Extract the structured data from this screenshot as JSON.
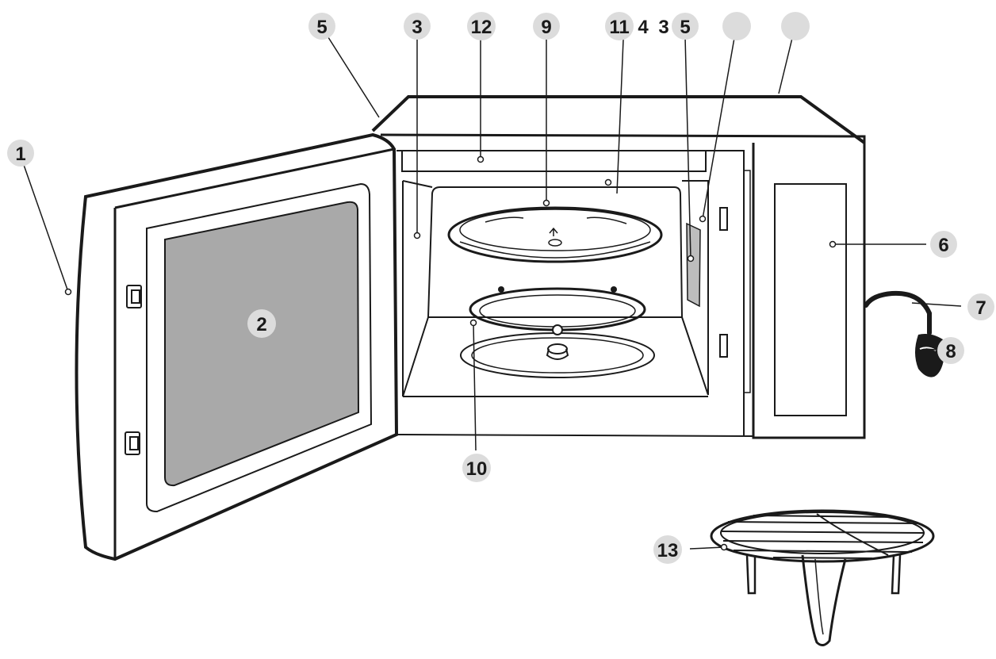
{
  "diagram": {
    "callouts": {
      "door": "1",
      "door_window": "2",
      "cavity_wall_left": "3",
      "top_left_five": "5",
      "grill_heater": "12",
      "glass_tray": "9",
      "waveguide": "11",
      "label_four": "4",
      "cavity_wall_right": "3",
      "top_right_five": "5",
      "blank_a": "",
      "blank_b": "",
      "control_panel": "6",
      "power_cord": "7",
      "plug": "8",
      "roller_ring": "10",
      "grill_rack": "13"
    },
    "colors": {
      "line": "#1a1a1a",
      "window_fill": "#a9a9a9",
      "badge_fill": "#dcdcdc",
      "background": "#ffffff"
    }
  }
}
